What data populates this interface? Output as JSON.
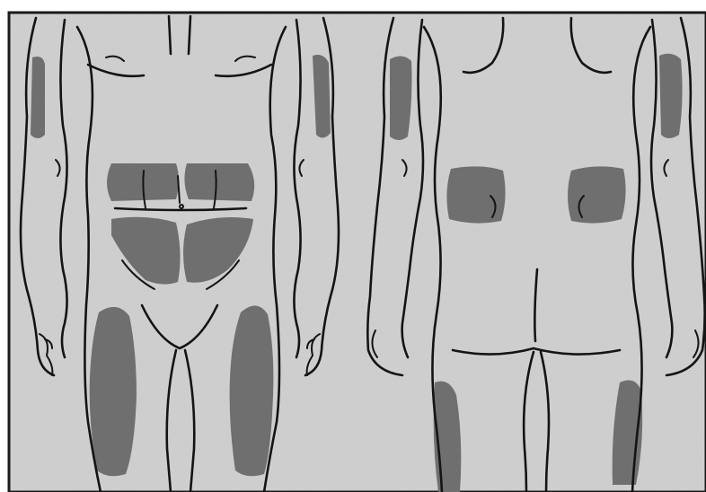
{
  "image": {
    "background_color": "#cfcfcf",
    "border_color": "#1a1a1a",
    "zone_color": "#6f6f6f",
    "outline_color": "#141414"
  },
  "figures": [
    {
      "view": "front",
      "zones": [
        "upper-arm-right",
        "upper-arm-left",
        "abdomen-upper-right",
        "abdomen-upper-left",
        "abdomen-lower-right",
        "abdomen-lower-left",
        "thigh-right",
        "thigh-left"
      ]
    },
    {
      "view": "back",
      "zones": [
        "upper-arm-left",
        "upper-arm-right",
        "flank-left",
        "flank-right",
        "thigh-left",
        "thigh-right"
      ]
    }
  ]
}
